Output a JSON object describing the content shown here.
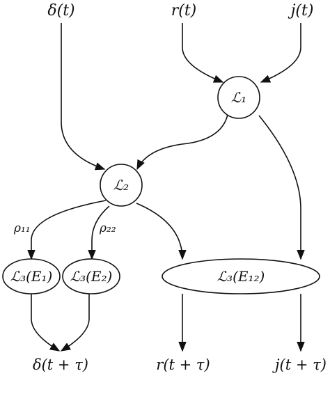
{
  "inputs": {
    "delta": "δ(t)",
    "r": "r(t)",
    "j": "j(t)"
  },
  "nodes": {
    "l1": "ℒ₁",
    "l2": "ℒ₂",
    "l3_e1": "ℒ₃(E₁)",
    "l3_e2": "ℒ₃(E₂)",
    "l3_e12": "ℒ₃(E₁₂)"
  },
  "edge_labels": {
    "rho11": "ρ₁₁",
    "rho22": "ρ₂₂"
  },
  "outputs": {
    "delta": "δ(t + τ)",
    "r": "r(t + τ)",
    "j": "j(t + τ)"
  },
  "colors": {
    "stroke": "#111111",
    "background": "#ffffff"
  }
}
